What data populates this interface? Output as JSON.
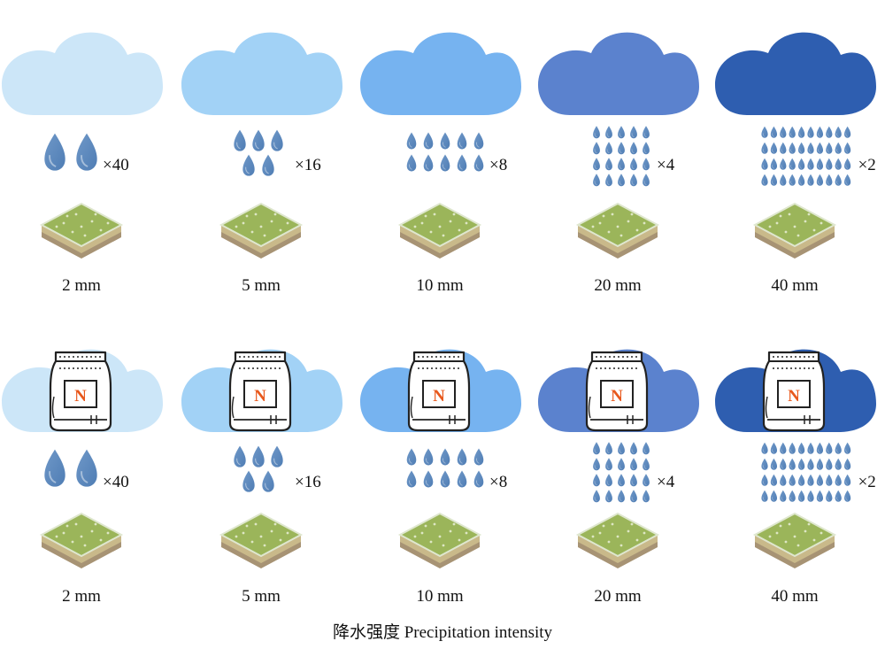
{
  "figure": {
    "axis_label": "降水强度 Precipitation intensity"
  },
  "rows": [
    {
      "fertilizer": false,
      "items": [
        {
          "amount": "2 mm",
          "multiplier": "×40",
          "cloud_color": "#cce6f8",
          "drops": 2
        },
        {
          "amount": "5 mm",
          "multiplier": "×16",
          "cloud_color": "#a2d2f6",
          "drops": 5
        },
        {
          "amount": "10 mm",
          "multiplier": "×8",
          "cloud_color": "#76b3f0",
          "drops": 10
        },
        {
          "amount": "20 mm",
          "multiplier": "×4",
          "cloud_color": "#5b82ce",
          "drops": 20
        },
        {
          "amount": "40 mm",
          "multiplier": "×2",
          "cloud_color": "#2e5eb0",
          "drops": 40
        }
      ]
    },
    {
      "fertilizer": true,
      "fertilizer_label": "N",
      "items": [
        {
          "amount": "2 mm",
          "multiplier": "×40",
          "cloud_color": "#cce6f8",
          "drops": 2
        },
        {
          "amount": "5 mm",
          "multiplier": "×16",
          "cloud_color": "#a2d2f6",
          "drops": 5
        },
        {
          "amount": "10 mm",
          "multiplier": "×8",
          "cloud_color": "#76b3f0",
          "drops": 10
        },
        {
          "amount": "20 mm",
          "multiplier": "×4",
          "cloud_color": "#5b82ce",
          "drops": 20
        },
        {
          "amount": "40 mm",
          "multiplier": "×2",
          "cloud_color": "#2e5eb0",
          "drops": 40
        }
      ]
    }
  ],
  "colors": {
    "drop": "#6f98c8",
    "drop_dark": "#4f7db4",
    "soil_top": "#9bb55a",
    "soil_mid": "#c9b98a",
    "soil_bottom": "#8a6f45",
    "fertilizer_letter": "#e8581c"
  }
}
